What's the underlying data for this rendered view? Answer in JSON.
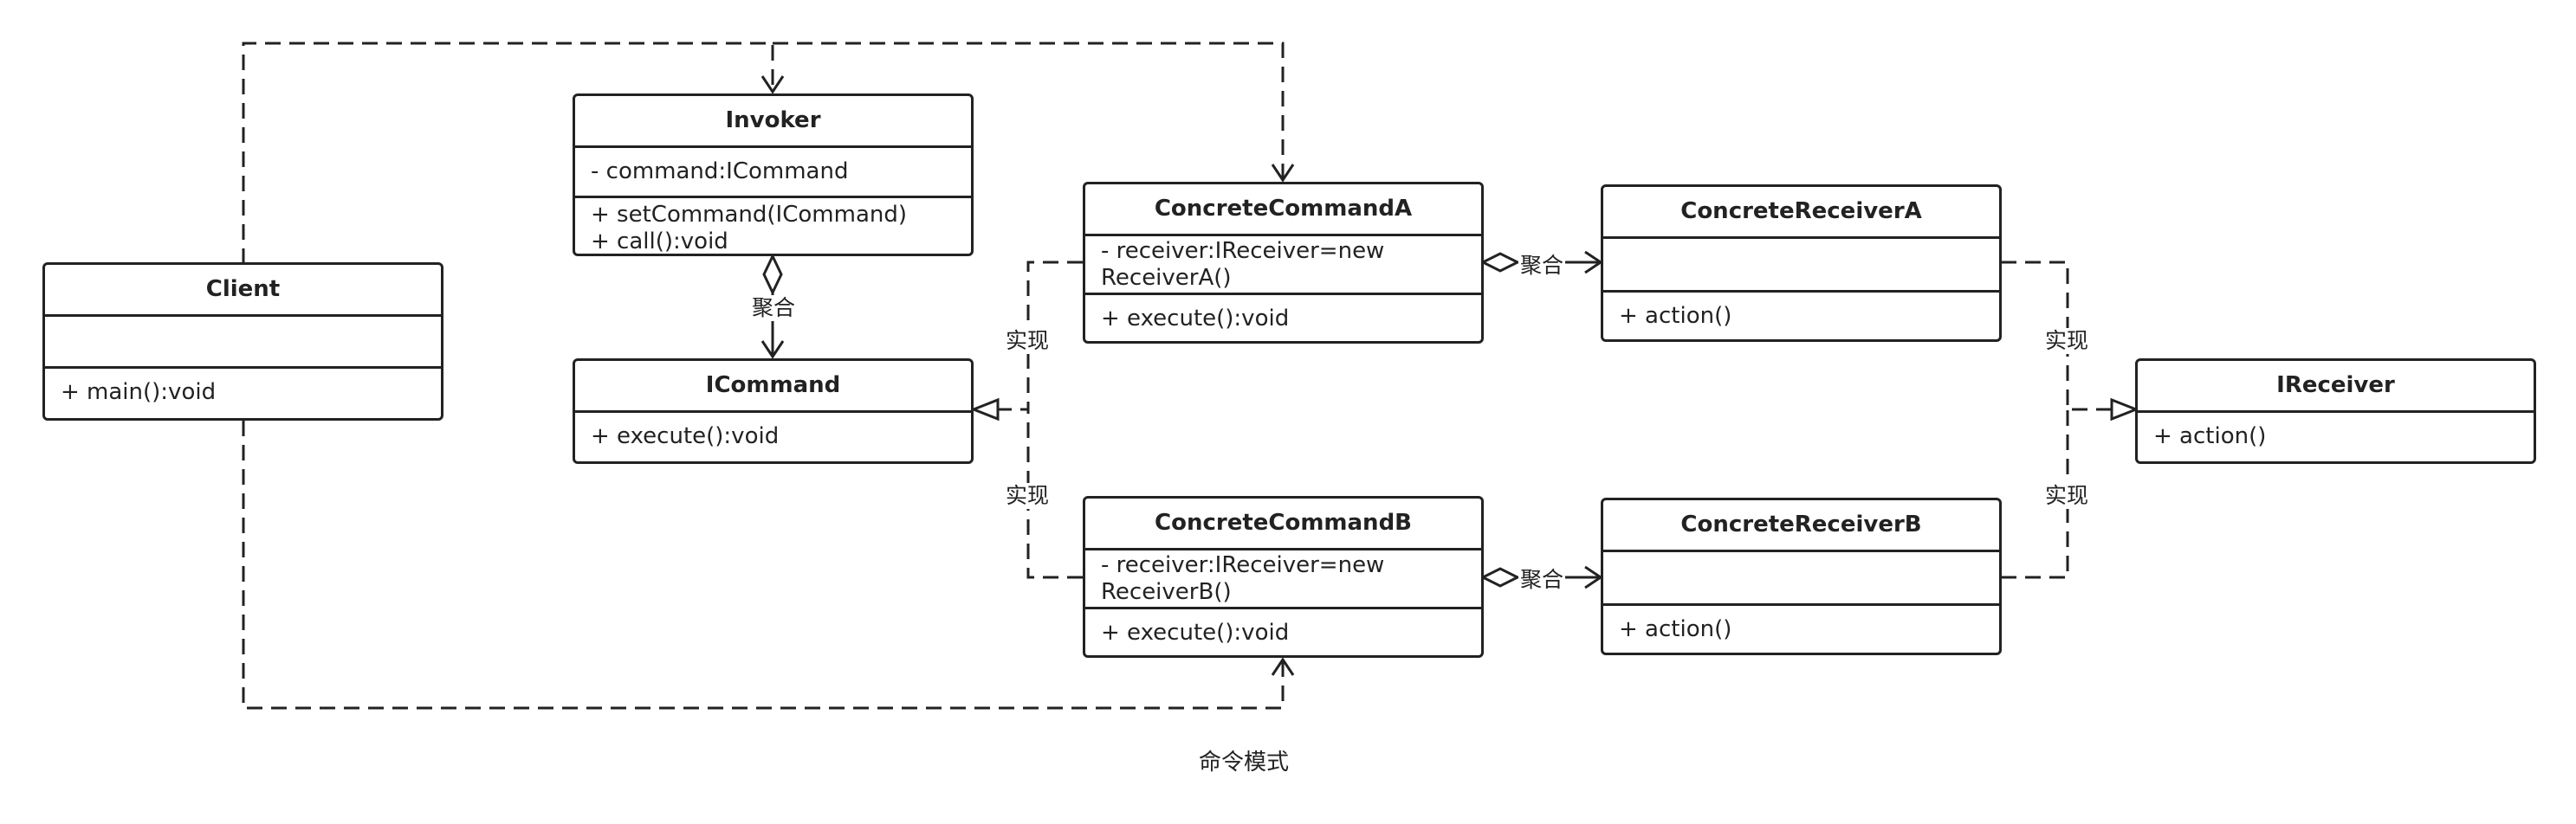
{
  "caption": "命令模式",
  "classes": {
    "client": {
      "name": "Client",
      "attributes": "",
      "methods": "+ main():void"
    },
    "invoker": {
      "name": "Invoker",
      "attributes": "- command:ICommand",
      "method1": "+ setCommand(ICommand)",
      "method2": "+ call():void"
    },
    "icommand": {
      "name": "ICommand",
      "methods": "+ execute():void"
    },
    "concrete_command_a": {
      "name": "ConcreteCommandA",
      "attr1": "- receiver:IReceiver=new",
      "attr2": "ReceiverA()",
      "methods": "+ execute():void"
    },
    "concrete_command_b": {
      "name": "ConcreteCommandB",
      "attr1": "- receiver:IReceiver=new",
      "attr2": "ReceiverB()",
      "methods": "+ execute():void"
    },
    "concrete_receiver_a": {
      "name": "ConcreteReceiverA",
      "attributes": "",
      "methods": "+ action()"
    },
    "concrete_receiver_b": {
      "name": "ConcreteReceiverB",
      "attributes": "",
      "methods": "+ action()"
    },
    "ireceiver": {
      "name": "IReceiver",
      "methods": "+ action()"
    }
  },
  "relations": {
    "invoker_icommand": "聚合",
    "command_a_receiver_a": "聚合",
    "command_b_receiver_b": "聚合",
    "command_a_realizes": "实现",
    "command_b_realizes": "实现",
    "receiver_a_realizes": "实现",
    "receiver_b_realizes": "实现"
  },
  "colors": {
    "line": "#222222",
    "background": "#ffffff"
  }
}
